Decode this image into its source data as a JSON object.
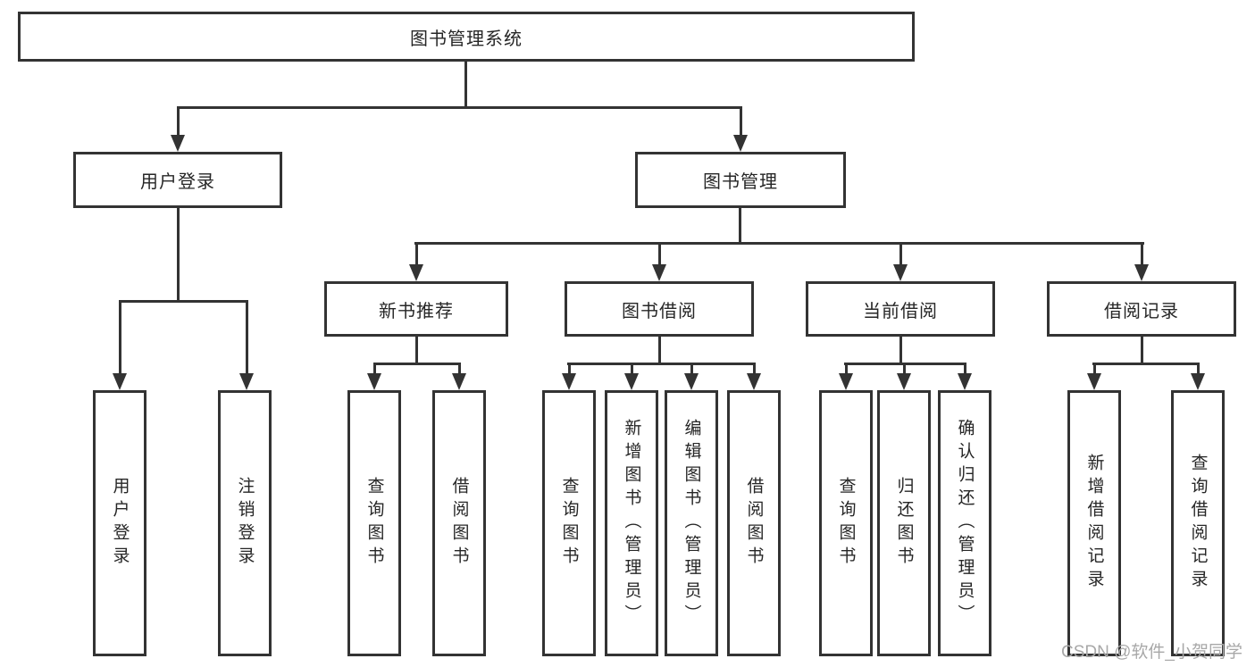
{
  "tree": {
    "label": "图书管理系统",
    "children": [
      {
        "label": "用户登录",
        "children": [
          {
            "label": "用户登录"
          },
          {
            "label": "注销登录"
          }
        ]
      },
      {
        "label": "图书管理",
        "children": [
          {
            "label": "新书推荐",
            "children": [
              {
                "label": "查询图书"
              },
              {
                "label": "借阅图书"
              }
            ]
          },
          {
            "label": "图书借阅",
            "children": [
              {
                "label": "查询图书"
              },
              {
                "label": "新增图书（管理员）"
              },
              {
                "label": "编辑图书（管理员）"
              },
              {
                "label": "借阅图书"
              }
            ]
          },
          {
            "label": "当前借阅",
            "children": [
              {
                "label": "查询图书"
              },
              {
                "label": "归还图书"
              },
              {
                "label": "确认归还（管理员）"
              }
            ]
          },
          {
            "label": "借阅记录",
            "children": [
              {
                "label": "新增借阅记录"
              },
              {
                "label": "查询借阅记录"
              }
            ]
          }
        ]
      }
    ]
  },
  "watermark": "CSDN @软件_小贺同学",
  "colors": {
    "line": "#333333",
    "box_border": "#333333",
    "text": "#262626",
    "watermark": "#a8a8a8",
    "background": "#ffffff"
  }
}
